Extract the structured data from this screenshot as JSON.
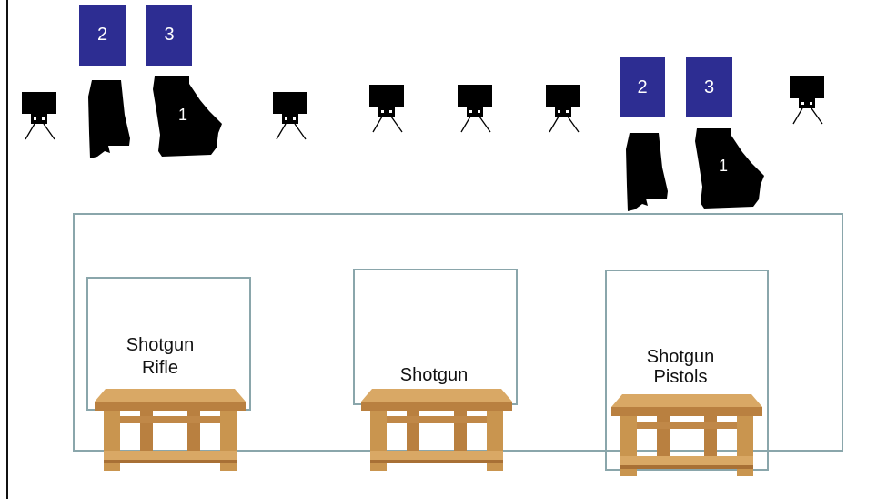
{
  "targets": {
    "group_left": {
      "box_a": "2",
      "box_b": "3",
      "shape_num": "1"
    },
    "group_right": {
      "box_a": "2",
      "box_b": "3",
      "shape_num": "1"
    }
  },
  "stations": {
    "left": {
      "line1": "Shotgun",
      "line2": "Rifle"
    },
    "center": {
      "line1": "Shotgun"
    },
    "right": {
      "line1": "Shotgun",
      "line2": "Pistols"
    }
  },
  "colors": {
    "number_box": "#2d2d92",
    "outline": "#8aa6ab",
    "silhouette": "#000000",
    "table_wood": "#c9954f"
  },
  "icons": [
    "steel-target-icon",
    "alabama-silhouette-icon",
    "georgia-silhouette-icon",
    "table-icon"
  ]
}
